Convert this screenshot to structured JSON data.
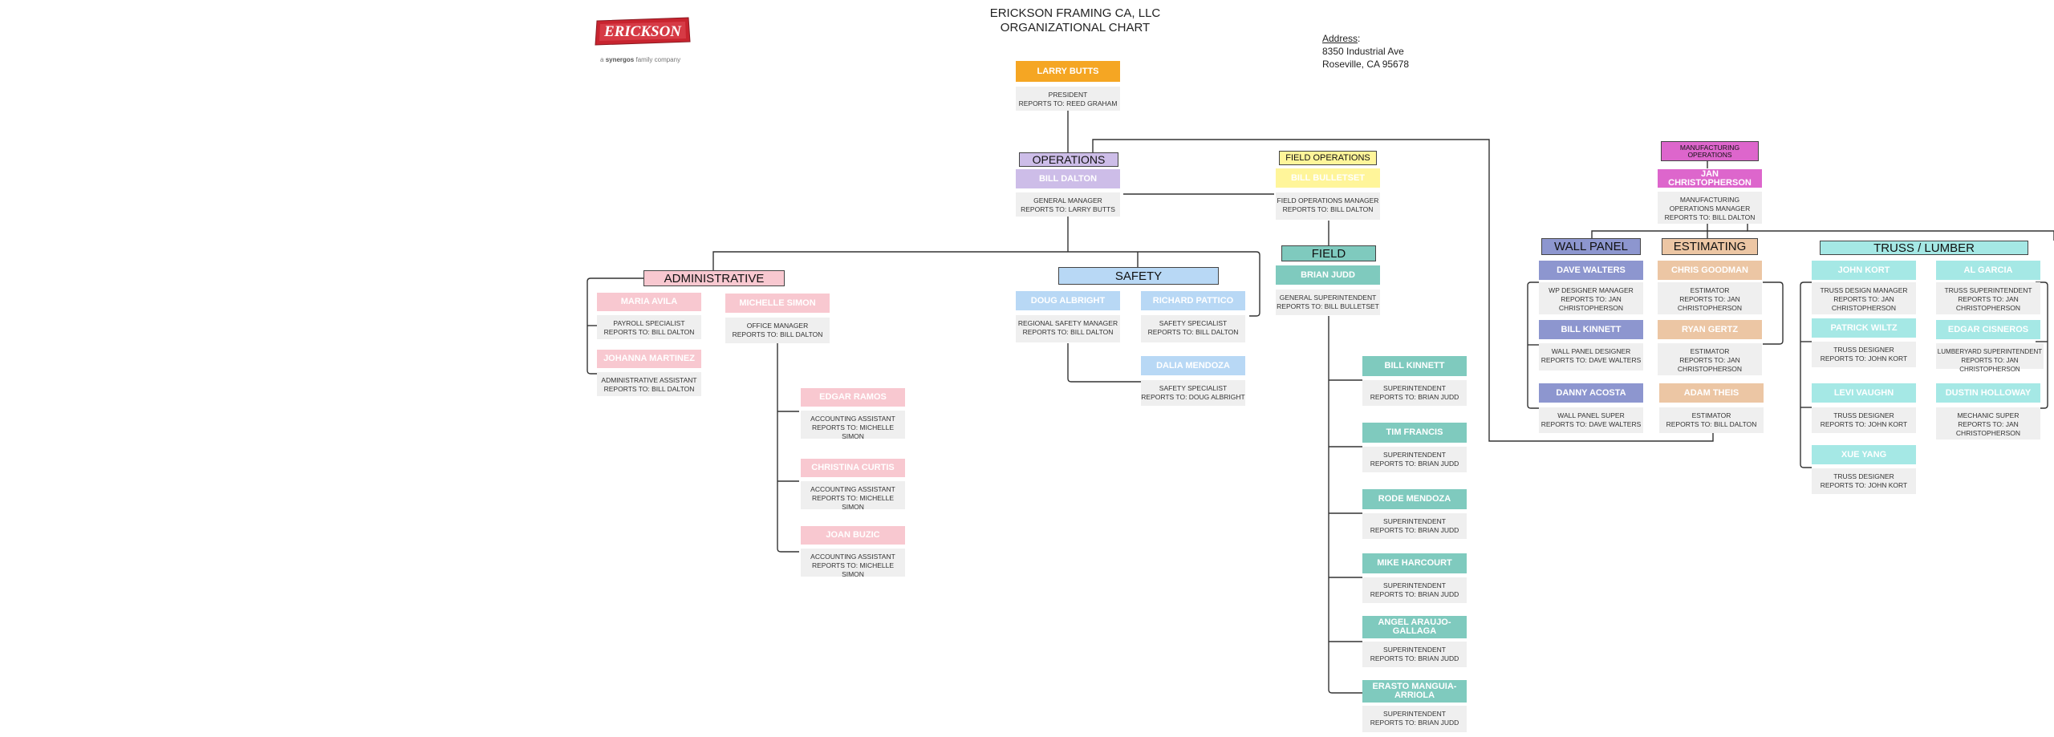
{
  "company": {
    "title_line1": "ERICKSON FRAMING CA, LLC",
    "title_line2": "ORGANIZATIONAL CHART",
    "logo_text": "ERICKSON",
    "logo_subtext_prefix": "a",
    "logo_subtext_brand": "synergos",
    "logo_subtext_suffix": "family company"
  },
  "address": {
    "label": "Address",
    "line1": "8350 Industrial Ave",
    "line2": "Roseville, CA 95678"
  },
  "departments": {
    "operations": "OPERATIONS",
    "field_operations": "FIELD OPERATIONS",
    "manufacturing_operations": "MANUFACTURING OPERATIONS",
    "administrative": "ADMINISTRATIVE",
    "safety": "SAFETY",
    "field": "FIELD",
    "wall_panel": "WALL PANEL",
    "estimating": "ESTIMATING",
    "truss_lumber": "TRUSS / LUMBER"
  },
  "people": {
    "larry_butts": {
      "name": "LARRY BUTTS",
      "role": "PRESIDENT",
      "reports": "REPORTS TO: REED GRAHAM"
    },
    "bill_dalton": {
      "name": "BILL DALTON",
      "role": "GENERAL MANAGER",
      "reports": "REPORTS TO: LARRY BUTTS"
    },
    "bill_bulletset": {
      "name": "BILL BULLETSET",
      "role": "FIELD OPERATIONS MANAGER",
      "reports": "REPORTS TO: BILL DALTON"
    },
    "jan_christopherson": {
      "name": "JAN CHRISTOPHERSON",
      "role": "MANUFACTURING OPERATIONS MANAGER",
      "reports": "REPORTS TO: BILL DALTON"
    },
    "maria_avila": {
      "name": "MARIA AVILA",
      "role": "PAYROLL SPECIALIST",
      "reports": "REPORTS TO: BILL DALTON"
    },
    "johanna_martinez": {
      "name": "JOHANNA MARTINEZ",
      "role": "ADMINISTRATIVE ASSISTANT",
      "reports": "REPORTS TO: BILL DALTON"
    },
    "michelle_simon": {
      "name": "MICHELLE SIMON",
      "role": "OFFICE MANAGER",
      "reports": "REPORTS TO: BILL DALTON"
    },
    "edgar_ramos": {
      "name": "EDGAR RAMOS",
      "role": "ACCOUNTING ASSISTANT",
      "reports": "REPORTS TO: MICHELLE SIMON"
    },
    "christina_curtis": {
      "name": "CHRISTINA CURTIS",
      "role": "ACCOUNTING ASSISTANT",
      "reports": "REPORTS TO: MICHELLE SIMON"
    },
    "joan_buzic": {
      "name": "JOAN BUZIC",
      "role": "ACCOUNTING ASSISTANT",
      "reports": "REPORTS TO: MICHELLE SIMON"
    },
    "doug_albright": {
      "name": "DOUG ALBRIGHT",
      "role": "REGIONAL SAFETY MANAGER",
      "reports": "REPORTS TO: BILL DALTON"
    },
    "richard_pattico": {
      "name": "RICHARD PATTICO",
      "role": "SAFETY SPECIALIST",
      "reports": "REPORTS TO: BILL DALTON"
    },
    "dalia_mendoza": {
      "name": "DALIA MENDOZA",
      "role": "SAFETY SPECIALIST",
      "reports": "REPORTS TO: DOUG ALBRIGHT"
    },
    "brian_judd": {
      "name": "BRIAN JUDD",
      "role": "GENERAL SUPERINTENDENT",
      "reports": "REPORTS TO: BILL BULLETSET"
    },
    "bill_kinnett_field": {
      "name": "BILL KINNETT",
      "role": "SUPERINTENDENT",
      "reports": "REPORTS TO: BRIAN JUDD"
    },
    "tim_francis": {
      "name": "TIM FRANCIS",
      "role": "SUPERINTENDENT",
      "reports": "REPORTS TO: BRIAN JUDD"
    },
    "rode_mendoza": {
      "name": "RODE MENDOZA",
      "role": "SUPERINTENDENT",
      "reports": "REPORTS TO: BRIAN JUDD"
    },
    "mike_harcourt": {
      "name": "MIKE HARCOURT",
      "role": "SUPERINTENDENT",
      "reports": "REPORTS TO: BRIAN JUDD"
    },
    "angel_araujo": {
      "name": "ANGEL ARAUJO-GALLAGA",
      "role": "SUPERINTENDENT",
      "reports": "REPORTS TO: BRIAN JUDD"
    },
    "erasto_manguia": {
      "name": "ERASTO MANGUIA-ARRIOLA",
      "role": "SUPERINTENDENT",
      "reports": "REPORTS TO: BRIAN JUDD"
    },
    "dave_walters": {
      "name": "DAVE WALTERS",
      "role": "WP DESIGNER MANAGER",
      "reports": "REPORTS TO: JAN CHRISTOPHERSON"
    },
    "bill_kinnett_wp": {
      "name": "BILL KINNETT",
      "role": "WALL PANEL DESIGNER",
      "reports": "REPORTS TO: DAVE WALTERS"
    },
    "danny_acosta": {
      "name": "DANNY ACOSTA",
      "role": "WALL PANEL SUPER",
      "reports": "REPORTS TO: DAVE WALTERS"
    },
    "chris_goodman": {
      "name": "CHRIS GOODMAN",
      "role": "ESTIMATOR",
      "reports": "REPORTS TO: JAN CHRISTOPHERSON"
    },
    "ryan_gertz": {
      "name": "RYAN GERTZ",
      "role": "ESTIMATOR",
      "reports": "REPORTS TO: JAN CHRISTOPHERSON"
    },
    "adam_theis": {
      "name": "ADAM THEIS",
      "role": "ESTIMATOR",
      "reports": "REPORTS TO:  BILL DALTON"
    },
    "john_kort": {
      "name": "JOHN KORT",
      "role": "TRUSS DESIGN MANAGER",
      "reports": "REPORTS TO: JAN CHRISTOPHERSON"
    },
    "patrick_wiltz": {
      "name": "PATRICK WILTZ",
      "role": "TRUSS DESIGNER",
      "reports": "REPORTS TO: JOHN KORT"
    },
    "levi_vaughn": {
      "name": "LEVI VAUGHN",
      "role": "TRUSS DESIGNER",
      "reports": "REPORTS TO: JOHN KORT"
    },
    "xue_yang": {
      "name": "XUE YANG",
      "role": "TRUSS DESIGNER",
      "reports": "REPORTS TO: JOHN KORT"
    },
    "al_garcia": {
      "name": "AL GARCIA",
      "role": "TRUSS SUPERINTENDENT",
      "reports": "REPORTS TO: JAN CHRISTOPHERSON"
    },
    "edgar_cisneros": {
      "name": "EDGAR CISNEROS",
      "role": "LUMBERYARD SUPERINTENDENT",
      "reports": "REPORTS TO: JAN CHRISTOPHERSON"
    },
    "dustin_holloway": {
      "name": "DUSTIN HOLLOWAY",
      "role": "MECHANIC SUPER",
      "reports": "REPORTS TO: JAN CHRISTOPHERSON"
    }
  },
  "colors": {
    "president": "#f5a623",
    "operations": "#cdbde8",
    "field_operations": "#fff59a",
    "manufacturing": "#dd66cc",
    "administrative": "#f8c8d0",
    "safety": "#b8d8f5",
    "field": "#7fcabe",
    "wall_panel": "#8d96cf",
    "estimating": "#ecc6a4",
    "truss": "#a5e8e5"
  }
}
